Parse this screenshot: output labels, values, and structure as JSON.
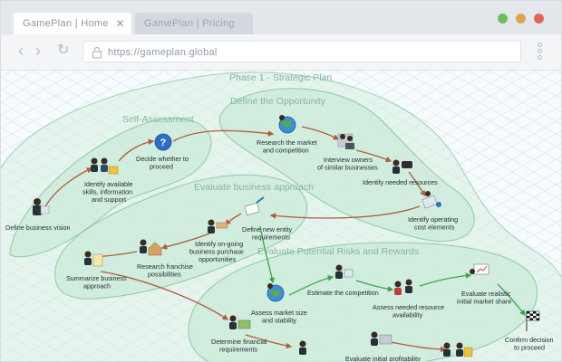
{
  "browser": {
    "tabs": [
      {
        "label": "GamePlan | Home",
        "active": true
      },
      {
        "label": "GamePlan | Pricing",
        "active": false
      }
    ],
    "url": "https://gameplan.global",
    "close_glyph": "✕",
    "window_controls": {
      "green": "#6bbf5a",
      "yellow": "#e0a64a",
      "red": "#e0665e"
    }
  },
  "diagram": {
    "regions": {
      "phase": "Phase 1 - Strategic Plan",
      "opportunity": "Define the Opportunity",
      "self_assessment": "Self-Assessment",
      "business_approach": "Evaluate business approach",
      "risks": "Evaluate Potential Risks and Rewards"
    },
    "nodes": {
      "define_vision": [
        "Define business vision"
      ],
      "identify_skills": [
        "Identify available",
        "skills, information",
        "and support"
      ],
      "decide": [
        "Decide whether to",
        "proceed"
      ],
      "research_market": [
        "Research the market",
        "and competition"
      ],
      "interview_owners": [
        "Interview owners",
        "of similar businesses"
      ],
      "identify_resources": [
        "Identify needed resources"
      ],
      "identify_costs": [
        "Identify operating",
        "cost elements"
      ],
      "new_entity": [
        "Define new entity",
        "requirements"
      ],
      "ongoing_purchase": [
        "Identify on-going",
        "business purchase",
        "opportunities"
      ],
      "research_franchise": [
        "Research franchise",
        "possibilities"
      ],
      "summarize": [
        "Summarize business",
        "approach"
      ],
      "assess_market": [
        "Assess market size",
        "and stability"
      ],
      "estimate_competition": [
        "Estimate the competition"
      ],
      "assess_resources": [
        "Assess needed resource",
        "availability"
      ],
      "evaluate_share": [
        "Evaluate realistic",
        "initial market share"
      ],
      "confirm": [
        "Confirm decision",
        "to proceed"
      ],
      "financial_reqs": [
        "Determine financial",
        "requirements"
      ],
      "initial_profitability": [
        "Evaluate initial profitability"
      ]
    },
    "colors": {
      "region_fill": "#c9ead6",
      "region_stroke": "#8fcaa8",
      "arrow_brown": "#b4593a",
      "arrow_green": "#3aa64a"
    }
  }
}
